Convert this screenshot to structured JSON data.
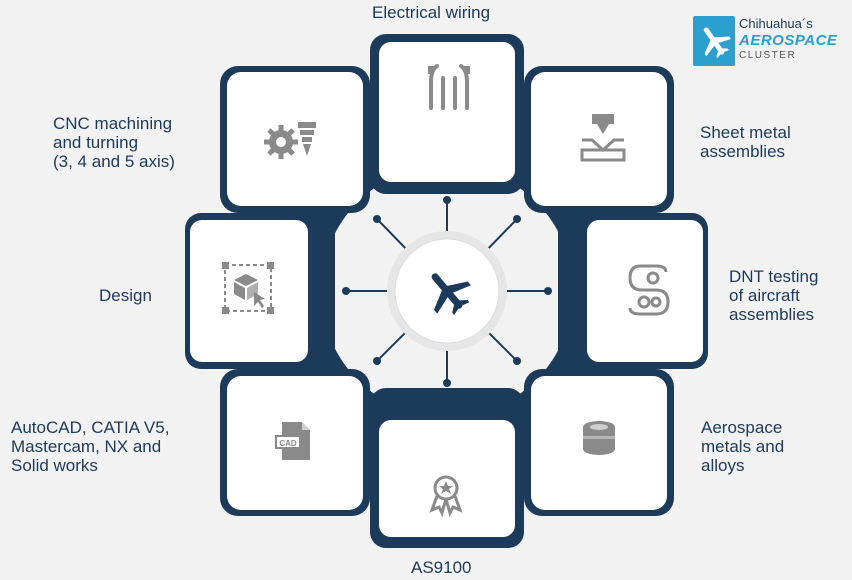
{
  "center": {
    "icon": "airplane-icon"
  },
  "logo": {
    "line1": "Chihuahua´s",
    "line2": "AEROSPACE",
    "line3": "CLUSTER"
  },
  "capabilities": [
    {
      "id": "electrical-wiring",
      "icon": "wiring-icon",
      "lines": [
        "Electrical wiring"
      ]
    },
    {
      "id": "sheet-metal",
      "icon": "press-icon",
      "lines": [
        "Sheet metal",
        "assemblies"
      ]
    },
    {
      "id": "dnt-testing",
      "icon": "gears-s-icon",
      "lines": [
        "DNT testing",
        "of aircraft",
        "assemblies"
      ]
    },
    {
      "id": "aerospace-metals",
      "icon": "metal-part-icon",
      "lines": [
        "Aerospace",
        "metals and",
        "alloys"
      ]
    },
    {
      "id": "as9100",
      "icon": "award-icon",
      "lines": [
        "AS9100"
      ]
    },
    {
      "id": "cad-software",
      "icon": "cad-file-icon",
      "lines": [
        "AutoCAD, CATIA V5,",
        "Mastercam, NX and",
        "Solid works"
      ]
    },
    {
      "id": "design",
      "icon": "design-cube-icon",
      "lines": [
        "Design"
      ]
    },
    {
      "id": "cnc-machining",
      "icon": "cnc-gear-icon",
      "lines": [
        "CNC machining",
        "and turning",
        "(3, 4 and 5 axis)"
      ]
    }
  ],
  "colors": {
    "navy": "#1c3a5a",
    "card": "#ffffff",
    "background": "#f2f2f2",
    "icon": "#8a8a8a",
    "accent": "#2b9fcf"
  }
}
